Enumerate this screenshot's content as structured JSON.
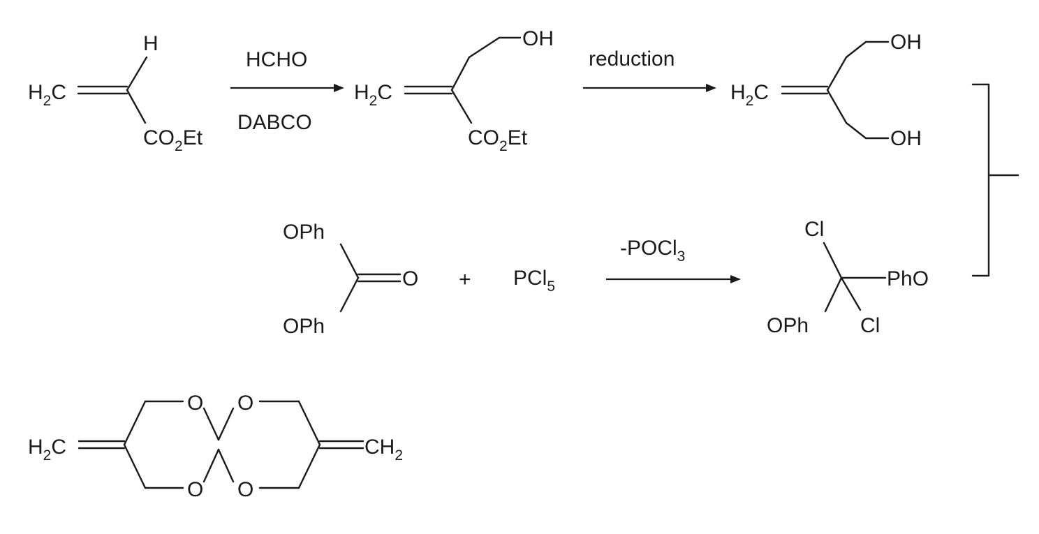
{
  "colors": {
    "ink": "#1a1a1a",
    "background": "#ffffff"
  },
  "molecules": {
    "ethyl_acrylate": {
      "h2c": "H",
      "h2c_sub": "2",
      "h2c_c": "C",
      "h": "H",
      "co": "CO",
      "co_sub": "2",
      "co_et": "Et"
    },
    "adduct": {
      "h2c": "H",
      "h2c_sub": "2",
      "h2c_c": "C",
      "oh": "OH",
      "co": "CO",
      "co_sub": "2",
      "co_et": "Et"
    },
    "diol": {
      "h2c": "H",
      "h2c_sub": "2",
      "h2c_c": "C",
      "oh_top": "OH",
      "oh_bottom": "OH"
    },
    "diphenyl_carbonate": {
      "oph_top": "OPh",
      "oph_bottom": "OPh",
      "o": "O"
    },
    "pcl5": {
      "p": "PCl",
      "sub": "5"
    },
    "dichloride": {
      "cl_top": "Cl",
      "pho": "PhO",
      "oph": "OPh",
      "cl_bottom": "Cl"
    },
    "spiro": {
      "h2c_left": "H",
      "h2c_left_sub": "2",
      "h2c_left_c": "C",
      "ch2_right": "CH",
      "ch2_right_sub": "2",
      "o1": "O",
      "o2": "O",
      "o3": "O",
      "o4": "O"
    }
  },
  "reactions": {
    "step1": {
      "above": "HCHO",
      "below": "DABCO"
    },
    "step2": {
      "above": "reduction"
    },
    "step3": {
      "above_main": "-POCl",
      "above_sub": "3"
    }
  },
  "operators": {
    "plus": "+"
  }
}
